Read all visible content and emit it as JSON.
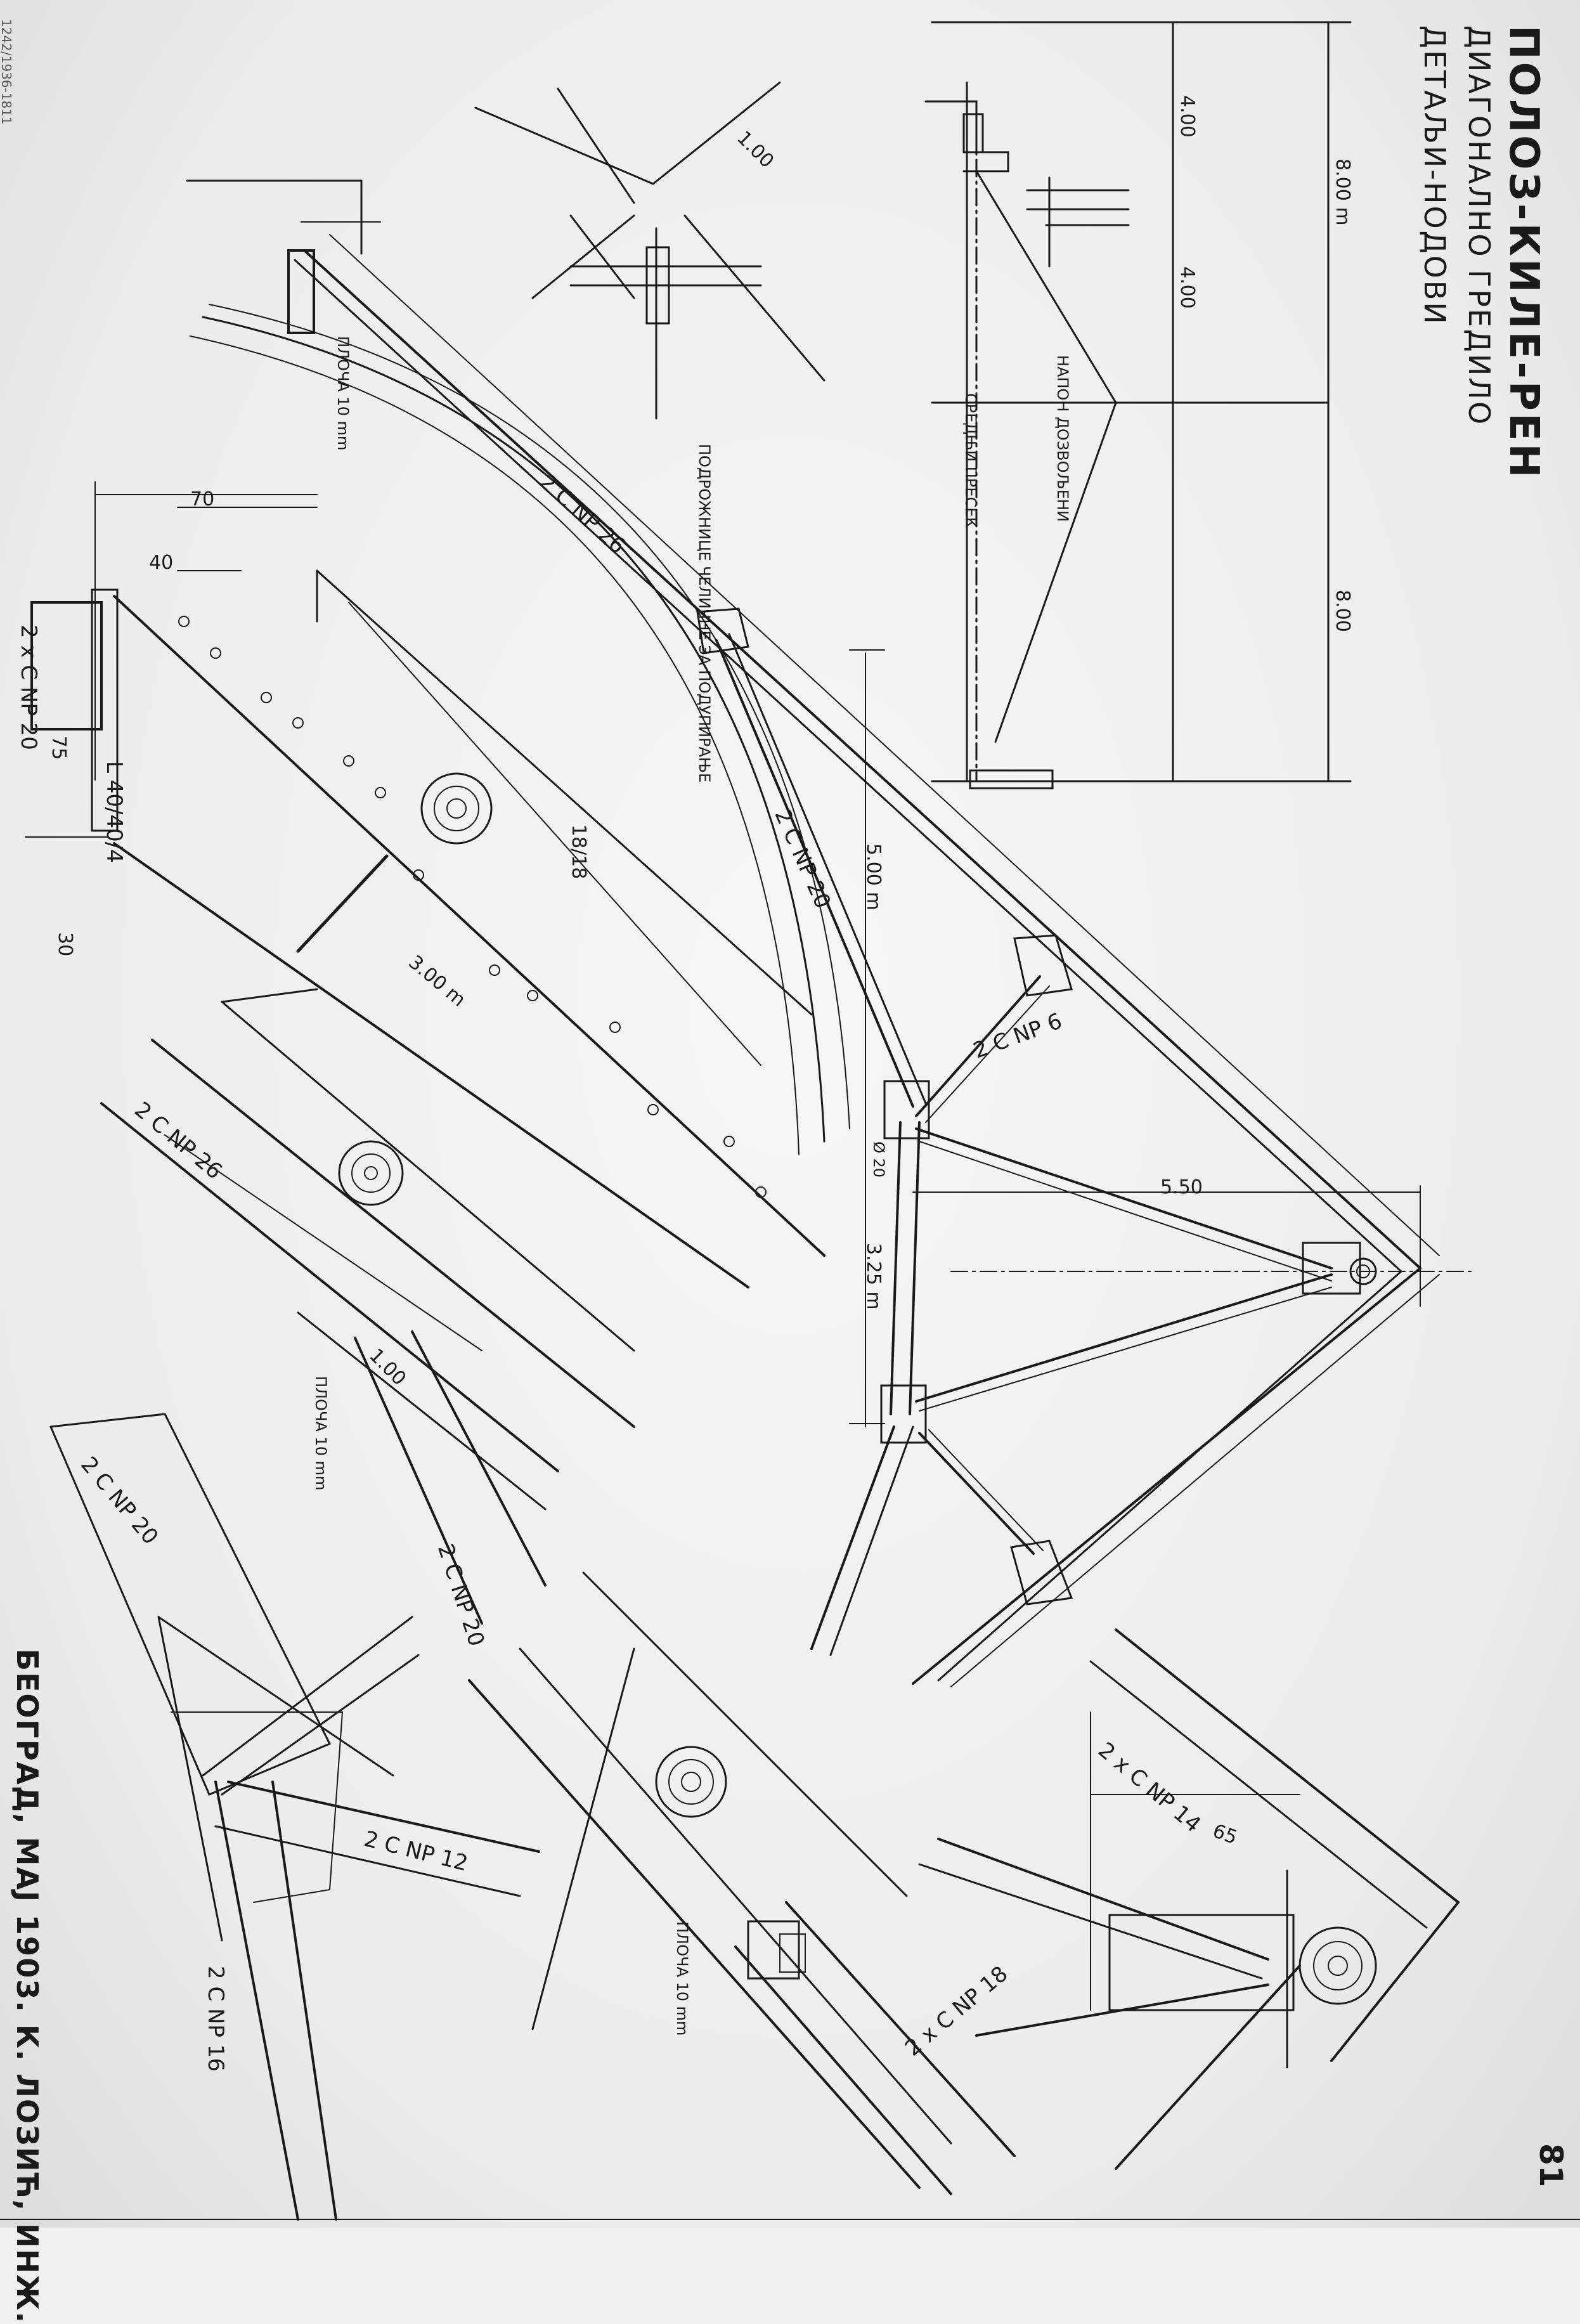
{
  "sheet": {
    "title_line1": "ПОЛОЗ-КИЛЕ-РЕН",
    "title_line2": "ДИАГОНАЛНО ГРЕДИЛО",
    "title_line3": "ДЕТАЉИ-НОДОВИ",
    "stamp": "БЕОГРАД, МАЈ 1903. К. ЛОЗИЋ, ИНЖ.",
    "page_number": "81",
    "edge_note": "1242/1936-1811"
  },
  "dimensions": {
    "total_span": "8.00 m",
    "half_span": "8.00",
    "segment_a": "4.00",
    "segment_b": "4.00",
    "rafter_length": "5.00 m",
    "tie_length": "5.50",
    "post_length": "3.25 m",
    "node_offset": "1.00",
    "dim_70": "70",
    "dim_40": "40",
    "dim_75": "75",
    "dim_30": "30",
    "dim_65": "65",
    "len_3m": "3.00 m",
    "purlin_18": "18/18",
    "dim_1_00": "1.00"
  },
  "members": {
    "rafter": "2 C NP 26",
    "strut": "2 C NP 20",
    "tie": "2 C NP 12",
    "post": "2 C NP 16",
    "brace": "2 C NP 6",
    "chord": "2 x C NP 20",
    "angle": "L 40/40/4",
    "lower": "2 x C NP 14",
    "sheet_plate": "2 x C NP 18",
    "bolt": "Ø 20"
  },
  "notes": {
    "plate_thick": "ПЛОЧА 10 mm",
    "note_a": "ПЛОЧА 10 mm",
    "note_b": "ПЛОЧА 10 mm",
    "purlin_note": "ПОДРОЖНИЦЕ ЧЕЛИЧНЕ ЗА ПОДУПИРАЊЕ",
    "side_note": "НАПОН ДОЗВОЉЕНИ",
    "side_note_2": "СРЕДЊИ ПРЕСЕК"
  },
  "colors": {
    "ink": "#1a1a1a",
    "paper": "#f0f0ee"
  }
}
